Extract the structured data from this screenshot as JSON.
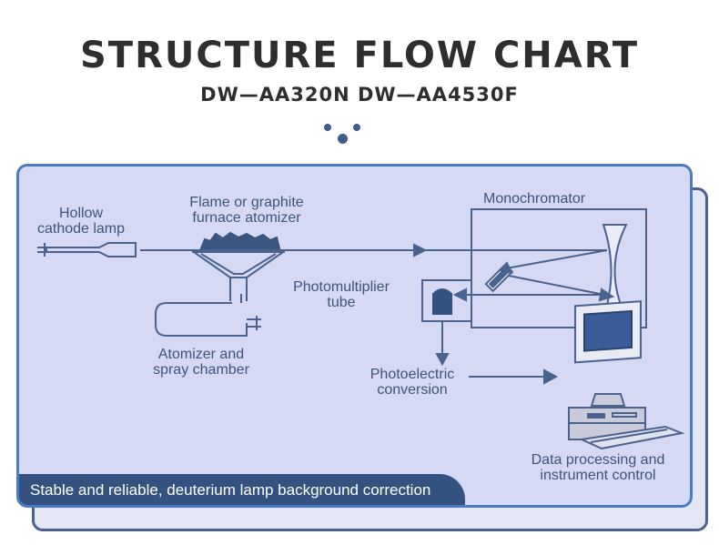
{
  "header": {
    "title": "STRUCTURE FLOW CHART",
    "subtitle": "DW—AA320N   DW—AA4530F"
  },
  "diagram": {
    "labels": {
      "hollow_cathode_lamp": [
        "Hollow",
        "cathode lamp"
      ],
      "atomizer": [
        "Flame or graphite",
        "furnace atomizer"
      ],
      "monochromator": "Monochromator",
      "photomultiplier_tube": [
        "Photomultiplier",
        "tube"
      ],
      "spray_chamber": [
        "Atomizer and",
        "spray chamber"
      ],
      "photoelectric_conversion": [
        "Photoelectric",
        "conversion"
      ],
      "data_processing": [
        "Data processing and",
        "instrument control"
      ]
    },
    "icons": [
      "lamp-icon",
      "flame-atomizer-icon",
      "spray-chamber-icon",
      "monochromator-box",
      "grating-icon",
      "concave-mirror-icon",
      "photomultiplier-icon",
      "computer-icon"
    ],
    "colors": {
      "line": "#4a628e",
      "panel": "#d6d9f3",
      "panel_border": "#4c7bc6",
      "banner": "#34527f",
      "label": "#3b5578"
    }
  },
  "banner": {
    "text": "Stable and reliable, deuterium lamp background correction"
  }
}
